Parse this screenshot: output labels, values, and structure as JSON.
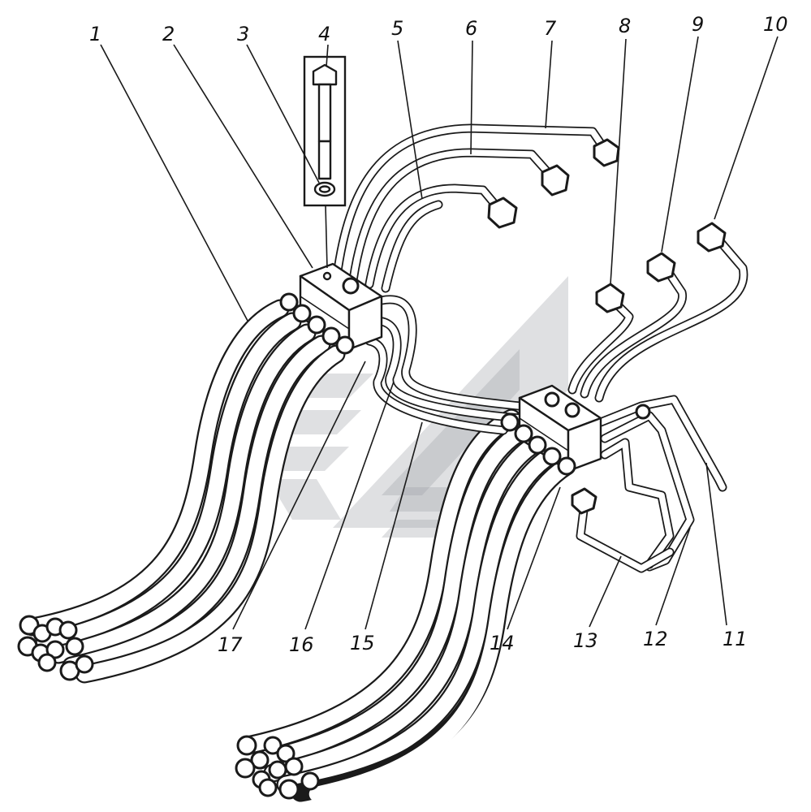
{
  "callouts": [
    {
      "id": "1",
      "text": "1"
    },
    {
      "id": "2",
      "text": "2"
    },
    {
      "id": "3",
      "text": "3"
    },
    {
      "id": "4",
      "text": "4"
    },
    {
      "id": "5",
      "text": "5"
    },
    {
      "id": "6",
      "text": "6"
    },
    {
      "id": "7",
      "text": "7"
    },
    {
      "id": "8",
      "text": "8"
    },
    {
      "id": "9",
      "text": "9"
    },
    {
      "id": "10",
      "text": "10"
    },
    {
      "id": "11",
      "text": "11"
    },
    {
      "id": "12",
      "text": "12"
    },
    {
      "id": "13",
      "text": "13"
    },
    {
      "id": "14",
      "text": "14"
    },
    {
      "id": "15",
      "text": "15"
    },
    {
      "id": "16",
      "text": "16"
    },
    {
      "id": "17",
      "text": "17"
    }
  ],
  "colors": {
    "line": "#1a1a1a",
    "background": "#ffffff",
    "watermark": "#9aa0a6"
  },
  "icons": {
    "watermark": "logo-watermark-icon",
    "bolt_detail": "bolt-icon",
    "nut": "nut-icon"
  }
}
